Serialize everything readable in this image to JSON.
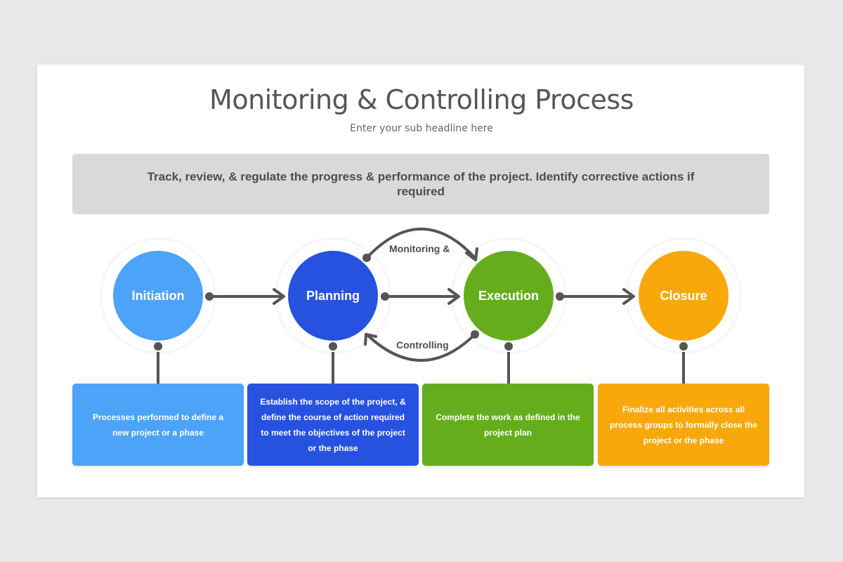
{
  "slide": {
    "title": "Monitoring & Controlling Process",
    "subtitle": "Enter your sub headline here",
    "banner": "Track, review, & regulate the progress & performance of the project. Identify corrective actions if required"
  },
  "colors": {
    "initiation": "#4da3f7",
    "planning": "#2752e0",
    "execution": "#66ad1e",
    "closure": "#f8a80b",
    "connector": "#555555"
  },
  "phases": [
    {
      "label": "Initiation",
      "description": "Processes performed to define a new project or a phase"
    },
    {
      "label": "Planning",
      "description": "Establish the scope of the project, & define the course of action required to meet the objectives of the project or the phase"
    },
    {
      "label": "Execution",
      "description": "Complete the work as defined in the project plan"
    },
    {
      "label": "Closure",
      "description": "Finalize all activities across all process groups to formally close the project or the phase"
    }
  ],
  "cycle": {
    "top_label": "Monitoring  &",
    "bottom_label": "Controlling"
  }
}
